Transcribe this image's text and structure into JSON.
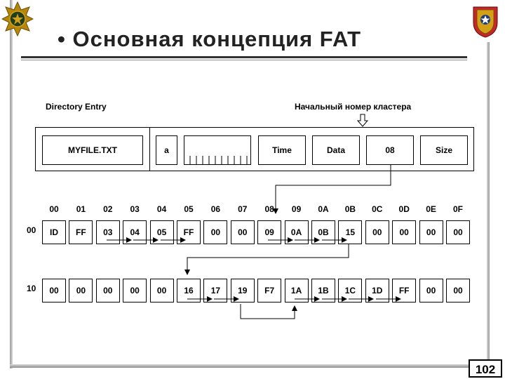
{
  "slide": {
    "title": "• Основная  концепция  FAT",
    "page_number": "102"
  },
  "directory_entry": {
    "label": "Directory  Entry",
    "start_cluster_label": "Начальный   номер  кластера",
    "fields": {
      "filename": "MYFILE.TXT",
      "attr": "a",
      "reserved": "",
      "time": "Time",
      "date": "Data",
      "start_cluster": "08",
      "size": "Size"
    }
  },
  "fat": {
    "column_headers": [
      "00",
      "01",
      "02",
      "03",
      "04",
      "05",
      "06",
      "07",
      "08",
      "09",
      "0A",
      "0B",
      "0C",
      "0D",
      "0E",
      "0F"
    ],
    "rows": [
      {
        "label": "00",
        "cells": [
          "ID",
          "FF",
          "03",
          "04",
          "05",
          "FF",
          "00",
          "00",
          "09",
          "0A",
          "0B",
          "15",
          "00",
          "00",
          "00",
          "00"
        ]
      },
      {
        "label": "10",
        "cells": [
          "00",
          "00",
          "00",
          "00",
          "00",
          "16",
          "17",
          "19",
          "F7",
          "1A",
          "1B",
          "1C",
          "1D",
          "FF",
          "00",
          "00"
        ]
      }
    ]
  }
}
